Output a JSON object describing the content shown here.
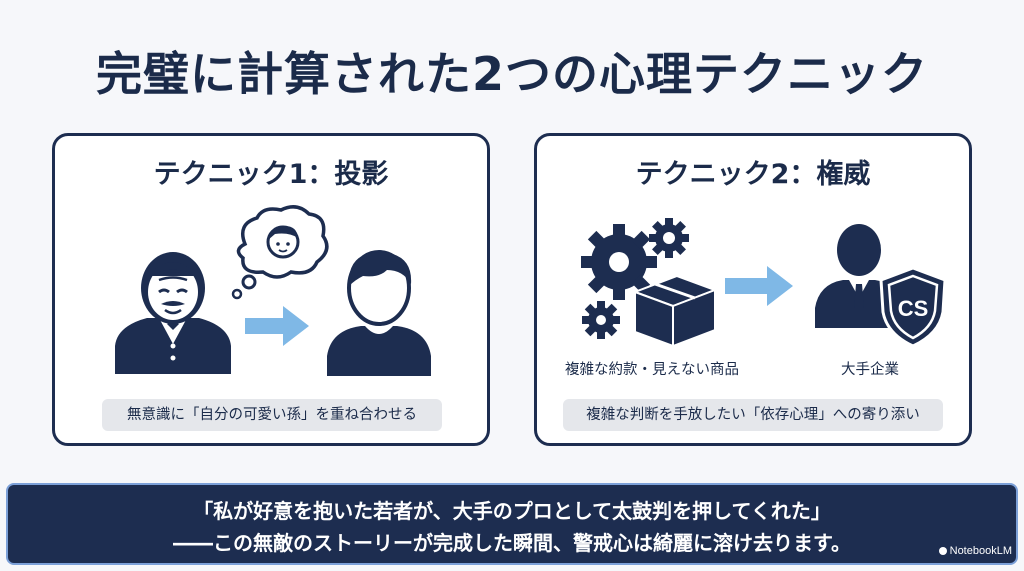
{
  "title": "完璧に計算された2つの心理テクニック",
  "technique1": {
    "heading": "テクニック1：投影",
    "caption": "無意識に「自分の可愛い孫」を重ね合わせる",
    "icons": [
      "elderly-man-icon",
      "thought-bubble-child-icon",
      "arrow-right-icon",
      "young-person-icon"
    ]
  },
  "technique2": {
    "heading": "テクニック2：権威",
    "left_label": "複雑な約款・見えない商品",
    "right_label": "大手企業",
    "caption": "複雑な判断を手放したい「依存心理」への寄り添い",
    "icons": [
      "gears-box-icon",
      "arrow-right-icon",
      "businessman-icon",
      "cs-shield-icon"
    ]
  },
  "banner": {
    "line1": "「私が好意を抱いた若者が、大手のプロとして太鼓判を押してくれた」",
    "line2": "――この無敵のストーリーが完成した瞬間、警戒心は綺麗に溶け去ります。"
  },
  "watermark": "NotebookLM",
  "colors": {
    "navy": "#1d2d50",
    "arrow": "#7fb8e6",
    "pill": "#e5e7eb"
  }
}
